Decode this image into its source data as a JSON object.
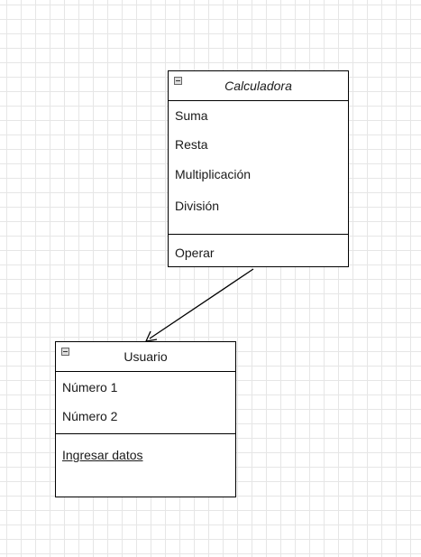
{
  "diagram": {
    "classes": [
      {
        "id": "calculadora",
        "name": "Calculadora",
        "name_style": "italic",
        "attributes": [
          "Suma",
          "Resta",
          "Multiplicación",
          "División"
        ],
        "methods": [
          "Operar"
        ]
      },
      {
        "id": "usuario",
        "name": "Usuario",
        "name_style": "normal",
        "attributes": [
          "Número 1",
          "Número 2"
        ],
        "methods": [
          "Ingresar datos"
        ],
        "method_style": "underline"
      }
    ],
    "relations": [
      {
        "from": "calculadora",
        "to": "usuario",
        "type": "directed-association",
        "arrowhead": "open"
      }
    ],
    "colors": {
      "background": "#ffffff",
      "grid": "#e6e6e6",
      "stroke": "#000000",
      "text": "#1a1a1a"
    }
  }
}
